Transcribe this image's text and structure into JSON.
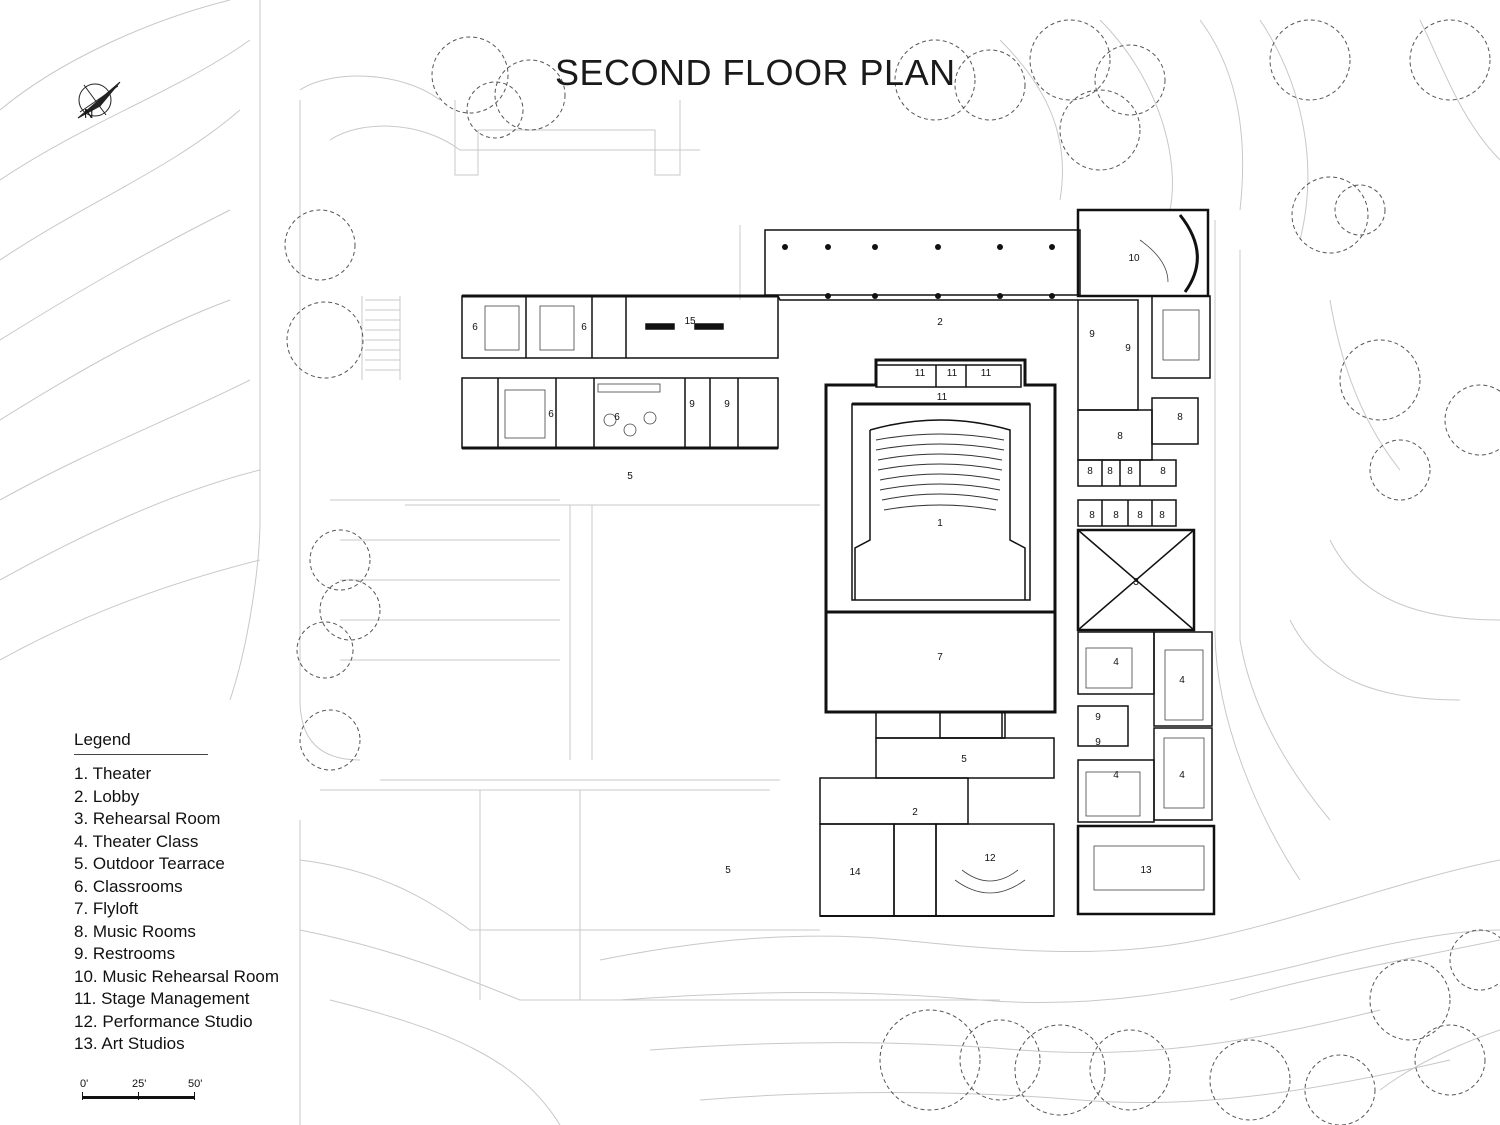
{
  "title": "SECOND FLOOR PLAN",
  "north_arrow": {
    "icon": "north-arrow-icon",
    "label": "N"
  },
  "legend": {
    "heading": "Legend",
    "items": [
      "1. Theater",
      "2. Lobby",
      "3. Rehearsal Room",
      "4.  Theater Class",
      "5. Outdoor Tearrace",
      "6. Classrooms",
      "7. Flyloft",
      "8. Music Rooms",
      "9. Restrooms",
      "10. Music Rehearsal Room",
      "11. Stage Management",
      "12. Performance Studio",
      "13. Art Studios"
    ]
  },
  "scale_bar": {
    "labels": [
      "0'",
      "25'",
      "50'"
    ]
  },
  "room_labels": {
    "theater": "1",
    "lobby": "2",
    "rehearsal": "3",
    "theater_class": "4",
    "terrace": "5",
    "classroom": "6",
    "flyloft": "7",
    "music": "8",
    "restroom": "9",
    "music_rehearsal": "10",
    "stage_mgmt": "11",
    "performance": "12",
    "art": "13",
    "room14": "14",
    "room15": "15"
  },
  "colors": {
    "wall": "#111111",
    "site_line": "#c8c8c8",
    "tree_outline": "#555555"
  }
}
